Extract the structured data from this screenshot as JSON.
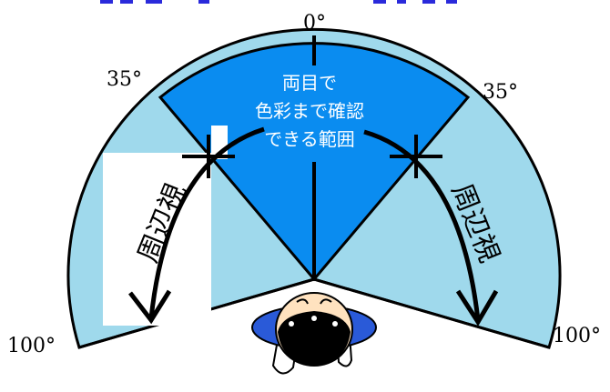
{
  "angles": {
    "top": "0°",
    "upper_left": "35°",
    "upper_right": "35°",
    "lower_left": "100°",
    "lower_right": "100°"
  },
  "center_label": {
    "line1": "両目で",
    "line2": "色彩まで確認",
    "line3": "できる範囲"
  },
  "peripheral_left": "周辺視",
  "peripheral_right": "周辺視",
  "colors": {
    "central_blue": "#0a8cf0",
    "peripheral_blue": "#9fd9ec",
    "head_skin": "#ffe2bf",
    "face_black": "#000000",
    "body_blue": "#2a5ad8",
    "title_fragment_blue": "#2a2adb"
  }
}
